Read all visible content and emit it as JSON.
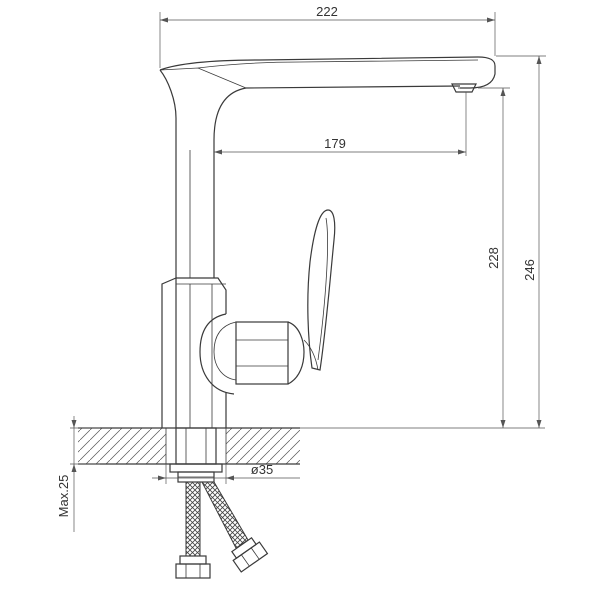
{
  "dimensions": {
    "spout_length": "222",
    "spout_reach": "179",
    "spout_height": "228",
    "total_height": "246",
    "hole_diameter": "ø35",
    "max_thickness": "Max.25"
  },
  "colors": {
    "line": "#3a3a3a",
    "background": "#ffffff"
  }
}
